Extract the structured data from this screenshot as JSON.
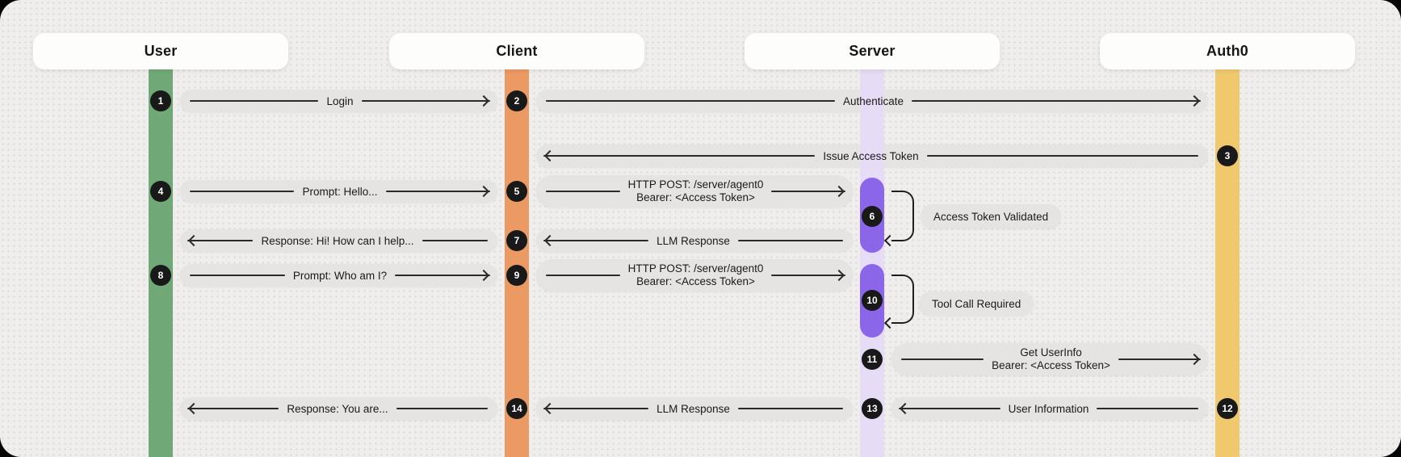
{
  "diagram": {
    "title_hint": "OAuth LLM agent sequence flow",
    "actors": [
      {
        "name": "User",
        "lifeline_color": "#71a877"
      },
      {
        "name": "Client",
        "lifeline_color": "#eb9a63"
      },
      {
        "name": "Server",
        "lifeline_color": "#e6dcf6"
      },
      {
        "name": "Auth0",
        "lifeline_color": "#f0c96e"
      }
    ],
    "steps": [
      "1",
      "2",
      "3",
      "4",
      "5",
      "6",
      "7",
      "8",
      "9",
      "10",
      "11",
      "12",
      "13",
      "14"
    ],
    "messages": {
      "login": "Login",
      "authenticate": "Authenticate",
      "issue_access_token": "Issue Access Token",
      "prompt_hello": "Prompt: Hello...",
      "http_post_line1": "HTTP POST: /server/agent0",
      "http_post_line2": "Bearer: <Access Token>",
      "llm_response": "LLM Response",
      "response_hi": "Response: Hi! How can I help...",
      "prompt_who": "Prompt: Who am I?",
      "get_userinfo_line1": "Get UserInfo",
      "get_userinfo_line2": "Bearer: <Access Token>",
      "user_information": "User Information",
      "response_you_are": "Response: You are..."
    },
    "notes": {
      "access_token_validated": "Access Token Validated",
      "tool_call_required": "Tool Call Required"
    },
    "colors": {
      "activation": "#8b66e9",
      "pill_background": "#e5e4e2",
      "step_circle_background": "#191919",
      "canvas_background": "#efeeec",
      "arrow": "#2a2a2a"
    }
  }
}
